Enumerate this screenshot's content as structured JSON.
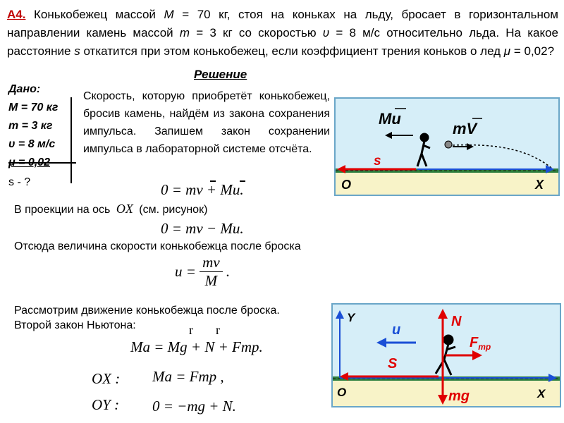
{
  "problem": {
    "number": "А4.",
    "text_1": " Конькобежец массой ",
    "M": "M",
    "text_2": " = 70 кг, стоя на коньках на льду, бросает в горизонтальном направлении камень массой ",
    "m": "m",
    "text_3": " = 3 кг со скоростью ",
    "v": "υ",
    "text_4": " = 8 м/с относительно льда. На какое расстояние ",
    "s": "s",
    "text_5": " откатится при этом конькобежец, если коэффициент трения коньков о лед ",
    "mu": "μ",
    "text_6": " = 0,02?"
  },
  "solution_heading": "Решение",
  "given": {
    "title": "Дано:",
    "items": [
      "M = 70 кг",
      "m = 3 кг",
      "υ = 8 м/с",
      "μ = 0,02"
    ],
    "unknown": "s - ?"
  },
  "paragraphs": {
    "p1": "Скорость, которую приобретёт конькобежец, бросив камень, найдём из закона сохранения импульса. Запишем закон сохранении импульса в лабораторной системе отсчёта.",
    "p2": "В проекции на ось",
    "p2_axis": "OX",
    "p2_tail": "(см. рисунок)",
    "p3": "Отсюда величина скорости конькобежца после броска",
    "p4": "Рассмотрим движение конькобежца после броска.",
    "p5": "Второй закон Ньютона:"
  },
  "formulas": {
    "momentum_vector": "0 = mv + Mu.",
    "momentum_projection": "0 = mv − Mu.",
    "u_lhs": "u =",
    "u_num": "mv",
    "u_den": "M",
    "newton": "Ma = Mg + N + Fтр.",
    "ox_label": "OX :",
    "ox_eq": "Ma = Fтр ,",
    "oy_label": "OY :",
    "oy_eq": "0 = −mg + N."
  },
  "figure1": {
    "label_Mu": "Mu",
    "label_mv": "mV",
    "label_s": "s",
    "label_O": "O",
    "label_X": "X"
  },
  "figure2": {
    "label_Y": "Y",
    "label_u": "u",
    "label_S": "S",
    "label_N": "N",
    "label_F": "F",
    "label_F_sub": "тр",
    "label_mg": "mg",
    "label_O": "O",
    "label_X": "X"
  },
  "colors": {
    "problem_number": "#c00000",
    "sky": "#d6eef8",
    "ice": "#f8f3c8",
    "ground_stripe": "#2d7f3e",
    "arrow_red": "#e00000",
    "arrow_blue": "#1a4fd6",
    "frame": "#6aa6c8"
  }
}
